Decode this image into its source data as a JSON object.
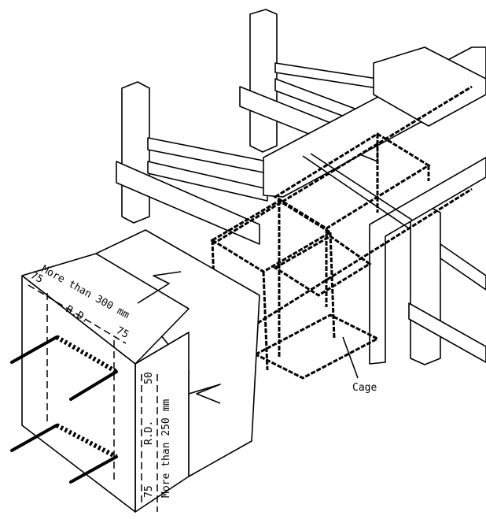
{
  "diagram": {
    "labels": {
      "top_width": "More than 300 mm",
      "top_cover_left": "75",
      "top_cover_right": "75",
      "top_rd": "R.D.",
      "side_cover_top": "50",
      "side_rd": "R.D.",
      "side_height": "More than 250 mm",
      "side_cover_bottom": "75",
      "cage": "Cage"
    }
  }
}
